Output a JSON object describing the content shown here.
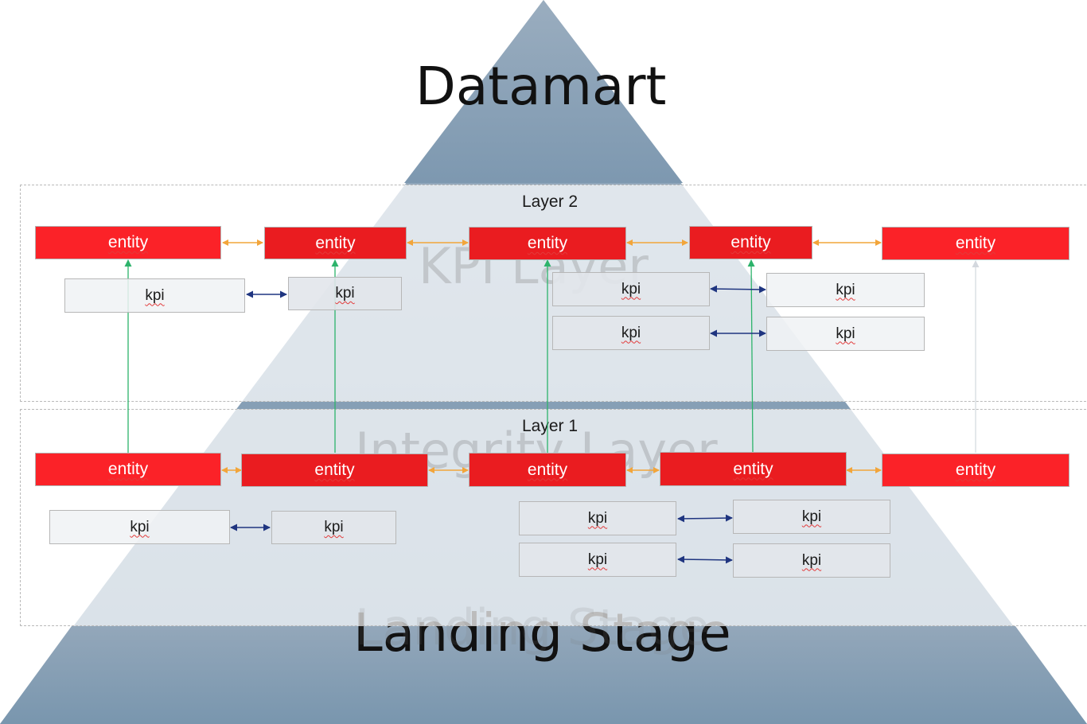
{
  "diagram": {
    "pyramid": {
      "top_label": "Datamart",
      "middle_labels": [
        "KPI Layer",
        "Integrity Layer"
      ],
      "bottom_label": "Landing Stage",
      "fill_top": "#94a8bb",
      "fill_bottom": "#7a96ae"
    },
    "layers": [
      {
        "label": "Layer 2",
        "entities": [
          "entity",
          "entity",
          "entity",
          "entity",
          "entity"
        ],
        "kpis": [
          "kpi",
          "kpi",
          "kpi",
          "kpi",
          "kpi",
          "kpi"
        ]
      },
      {
        "label": "Layer 1",
        "entities": [
          "entity",
          "entity",
          "entity",
          "entity",
          "entity"
        ],
        "kpis": [
          "kpi",
          "kpi",
          "kpi",
          "kpi",
          "kpi",
          "kpi"
        ]
      }
    ],
    "colors": {
      "entity": "#fb2228",
      "entity_link": "#f2a53a",
      "kpi_link": "#1f3580",
      "upward_link": "#2db36b",
      "faded_link": "#d6dbe0"
    },
    "connections": [
      {
        "type": "entity-entity",
        "from": "L2 entity 1",
        "to": "L2 entity 2"
      },
      {
        "type": "entity-entity",
        "from": "L2 entity 2",
        "to": "L2 entity 3"
      },
      {
        "type": "entity-entity",
        "from": "L2 entity 3",
        "to": "L2 entity 4"
      },
      {
        "type": "entity-entity",
        "from": "L2 entity 4",
        "to": "L2 entity 5"
      },
      {
        "type": "entity-entity",
        "from": "L1 entity 1",
        "to": "L1 entity 2"
      },
      {
        "type": "entity-entity",
        "from": "L1 entity 2",
        "to": "L1 entity 3"
      },
      {
        "type": "entity-entity",
        "from": "L1 entity 3",
        "to": "L1 entity 4"
      },
      {
        "type": "entity-entity",
        "from": "L1 entity 4",
        "to": "L1 entity 5"
      },
      {
        "type": "kpi-kpi",
        "from": "L2 kpi 1",
        "to": "L2 kpi 2"
      },
      {
        "type": "kpi-kpi",
        "from": "L2 kpi 3",
        "to": "L2 kpi 4"
      },
      {
        "type": "kpi-kpi",
        "from": "L2 kpi 5",
        "to": "L2 kpi 6"
      },
      {
        "type": "kpi-kpi",
        "from": "L1 kpi 1",
        "to": "L1 kpi 2"
      },
      {
        "type": "kpi-kpi",
        "from": "L1 kpi 3",
        "to": "L1 kpi 4"
      },
      {
        "type": "kpi-kpi",
        "from": "L1 kpi 5",
        "to": "L1 kpi 6"
      },
      {
        "type": "upward",
        "from": "L1 entity 1",
        "to": "L2 entity 1"
      },
      {
        "type": "upward",
        "from": "L1 entity 2",
        "to": "L2 entity 2"
      },
      {
        "type": "upward",
        "from": "L1 entity 3",
        "to": "L2 entity 3"
      },
      {
        "type": "upward",
        "from": "L1 entity 4",
        "to": "L2 entity 4"
      },
      {
        "type": "upward-faded",
        "from": "L1 entity 5",
        "to": "L2 entity 5"
      }
    ]
  }
}
